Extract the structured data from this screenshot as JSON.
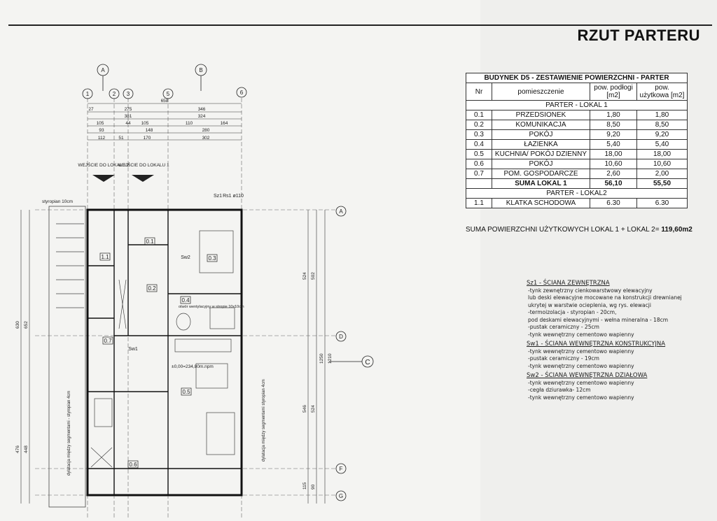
{
  "sheet": {
    "title": "RZUT PARTERU"
  },
  "table": {
    "caption": "BUDYNEK D5 - ZESTAWIENIE POWIERZCHNI - PARTER",
    "headers": [
      "Nr",
      "pomieszczenie",
      "pow. podłogi [m2]",
      "pow. użytkowa [m2]"
    ],
    "group1": "PARTER - LOKAL 1",
    "rows1": [
      [
        "0.1",
        "PRZEDSIONEK",
        "1,80",
        "1,80"
      ],
      [
        "0.2",
        "KOMUNIKACJA",
        "8,50",
        "8,50"
      ],
      [
        "0.3",
        "POKÓJ",
        "9,20",
        "9,20"
      ],
      [
        "0.4",
        "ŁAZIENKA",
        "5,40",
        "5,40"
      ],
      [
        "0.5",
        "KUCHNIA/ POKÓJ DZIENNY",
        "18,00",
        "18,00"
      ],
      [
        "0.6",
        "POKÓJ",
        "10,60",
        "10,60"
      ],
      [
        "0.7",
        "POM. GOSPODARCZE",
        "2,60",
        "2,00"
      ]
    ],
    "sum1": [
      "SUMA LOKAL 1",
      "56,10",
      "55,50"
    ],
    "group2": "PARTER - LOKAL2",
    "rows2": [
      [
        "1.1",
        "KLATKA SCHODOWA",
        "6.30",
        "6.30"
      ]
    ]
  },
  "total": {
    "label": "SUMA POWIERZCHNI UŻYTKOWYCH LOKAL 1 + LOKAL 2=",
    "value": "119,60m2"
  },
  "notes": {
    "sz1_title": "Sz1 - ŚCIANA ZEWNĘTRZNA",
    "sz1_lines": [
      "-tynk zewnętrzny cienkowarstwowy elewacyjny",
      "lub deski elewacyjne mocowane na konstrukcji drewnianej",
      "ukrytej w warstwie ocieplenia, wg rys. elewacji",
      "-termoizolacja - styropian - 20cm,",
      "pod deskami elewacyjnymi - wełna mineralna - 18cm",
      "-pustak ceramiczny - 25cm",
      "-tynk wewnętrzny cementowo wapienny"
    ],
    "sw1_title": "Sw1 - ŚCIANA WEWNĘTRZNA KONSTRUKCYJNA",
    "sw1_lines": [
      "-tynk wewnętrzny cementowo wapienny",
      "-pustak ceramiczny - 19cm",
      "-tynk wewnętrzny cementowo wapienny"
    ],
    "sw2_title": "Sw2 - ŚCIANA WEWNĘTRZNA DZIAŁOWA",
    "sw2_lines": [
      "-tynk wewnętrzny cementowo wapienny",
      "-cegła dziurawka- 12cm",
      "-tynk wewnętrzny cementowo wapienny"
    ]
  },
  "plan": {
    "axes_top": [
      "1",
      "2",
      "3",
      "5",
      "6"
    ],
    "axes_section": [
      "A",
      "B"
    ],
    "axes_right": [
      "A",
      "D",
      "F",
      "G"
    ],
    "section_c": "C",
    "dims_top": [
      "658",
      "27",
      "275",
      "346",
      "381",
      "324",
      "105",
      "44",
      "105",
      "110",
      "164",
      "93",
      "148",
      "280",
      "112",
      "51",
      "170",
      "302"
    ],
    "entry1": "WEJŚCIE DO LOKALU 2",
    "entry2": "WEJŚCIE DO LOKALU 1",
    "level": "±0,00=234,80m.npm",
    "room_labels": [
      "0.1",
      "0.2",
      "0.3",
      "0.4",
      "0.5",
      "0.6",
      "0.7",
      "1.1"
    ],
    "wall_labels": [
      "Sz1",
      "Sw1",
      "Sw2"
    ],
    "insulation": "styropian 10cm",
    "dilatation1": "dylatacja między segmentami - styropian 4cm",
    "dilatation2": "dylatacja między segmentami styropian 4cm",
    "vent": "otwór wentylacyjny w stropie 10x10cm",
    "dims_left": [
      "630",
      "652",
      "476",
      "448"
    ],
    "dims_right": [
      "524",
      "502",
      "1250",
      "1210",
      "546",
      "524",
      "115",
      "90"
    ],
    "rs": "Rs1 ø110"
  }
}
